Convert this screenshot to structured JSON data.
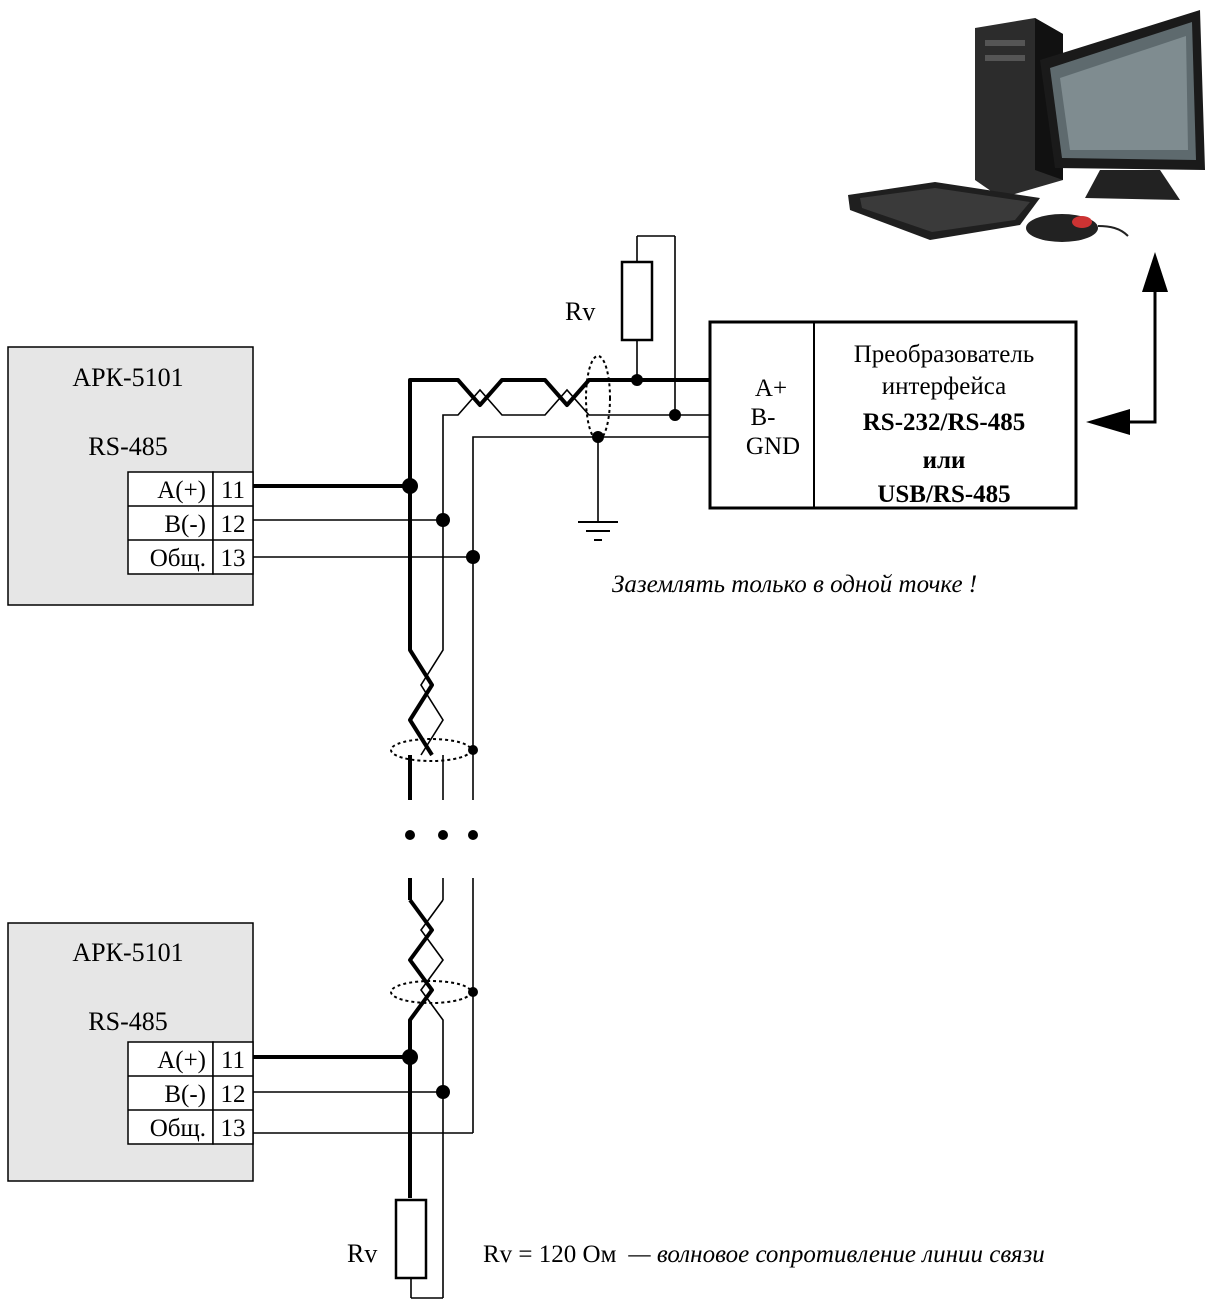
{
  "devices": [
    {
      "name": "АРК-5101",
      "interface": "RS-485",
      "terminals": [
        {
          "label": "A(+)",
          "number": "11"
        },
        {
          "label": "B(-)",
          "number": "12"
        },
        {
          "label": "Общ.",
          "number": "13"
        }
      ]
    },
    {
      "name": "АРК-5101",
      "interface": "RS-485",
      "terminals": [
        {
          "label": "A(+)",
          "number": "11"
        },
        {
          "label": "B(-)",
          "number": "12"
        },
        {
          "label": "Общ.",
          "number": "13"
        }
      ]
    }
  ],
  "converter": {
    "pins": [
      "A+",
      "B-",
      "GND"
    ],
    "line1": "Преобразователь",
    "line2": "интерфейса",
    "line3": "RS-232/RS-485",
    "line4": "или",
    "line5": "USB/RS-485"
  },
  "resistors": {
    "top_label": "Rv",
    "bottom_label": "Rv"
  },
  "notes": {
    "ground_note": "Заземлять только в одной точке !",
    "rv_value": "Rv  = 120 Ом",
    "rv_desc": "— волновое сопротивление линии связи"
  },
  "ellipsis": "• • •",
  "computer": {
    "icon": "desktop-computer-icon"
  }
}
